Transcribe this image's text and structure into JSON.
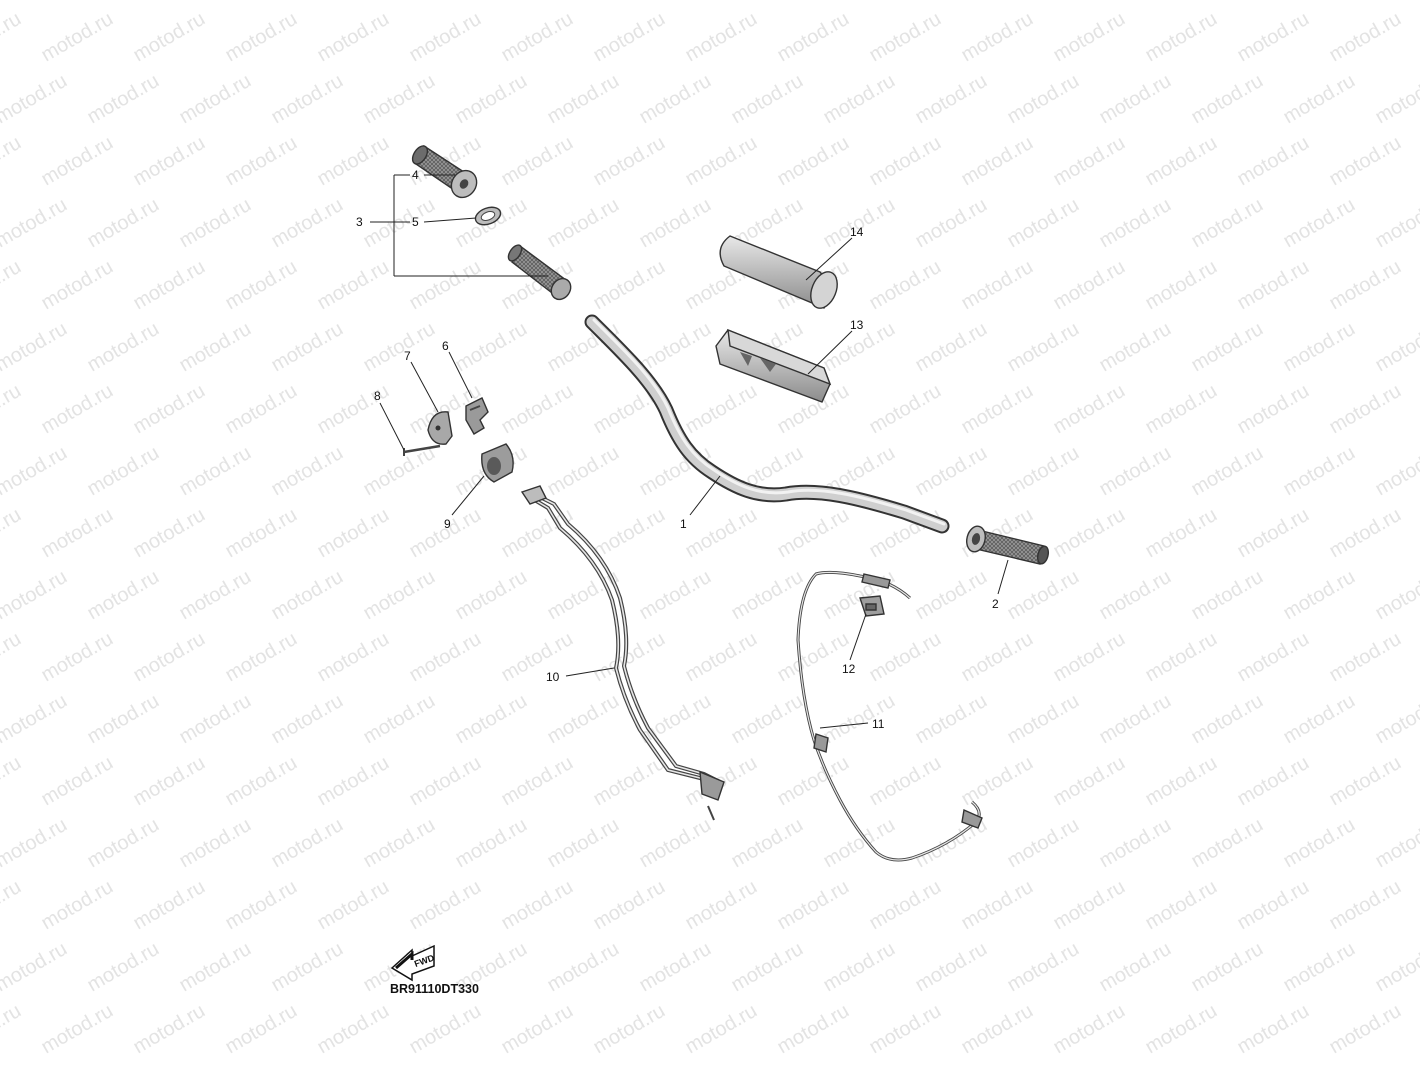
{
  "watermark": {
    "text": "motod.ru",
    "color": "#e3e3e3"
  },
  "diagram": {
    "code": "BR91110DT330",
    "fwd_arrow_label": "FWD"
  },
  "callouts": [
    {
      "id": "1",
      "label": "1"
    },
    {
      "id": "2",
      "label": "2"
    },
    {
      "id": "3",
      "label": "3"
    },
    {
      "id": "4",
      "label": "4"
    },
    {
      "id": "5",
      "label": "5"
    },
    {
      "id": "6",
      "label": "6"
    },
    {
      "id": "7",
      "label": "7"
    },
    {
      "id": "8",
      "label": "8"
    },
    {
      "id": "9",
      "label": "9"
    },
    {
      "id": "10",
      "label": "10"
    },
    {
      "id": "11",
      "label": "11"
    },
    {
      "id": "12",
      "label": "12"
    },
    {
      "id": "13",
      "label": "13"
    },
    {
      "id": "14",
      "label": "14"
    }
  ],
  "colors": {
    "part_fill": "#c9c9c9",
    "part_dark": "#8a8a8a",
    "line": "#222222"
  }
}
